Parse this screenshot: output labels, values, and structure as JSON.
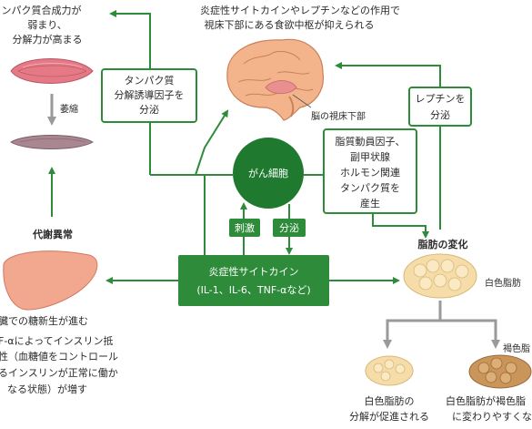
{
  "colors": {
    "green": "#2e8b3a",
    "dark_green": "#1f7a2f",
    "gray_arrow": "#9a9a9a",
    "muscle_red": "#e57a86",
    "muscle_dark": "#a98791",
    "liver": "#f2a78f",
    "brain": "#f3b48c",
    "fat_yellow": "#f5dca8",
    "fat_brown": "#c9955a"
  },
  "muscle": {
    "top_text_1": "タンパク質合成力が",
    "top_text_2": "弱まり、",
    "top_text_3": "分解力が高まる",
    "shrink_label": "萎縮"
  },
  "brain": {
    "top_text_1": "炎症性サイトカインやレプチンなどの作用で",
    "top_text_2": "視床下部にある食欲中枢が抑えられる",
    "label": "脳の視床下部"
  },
  "boxes": {
    "protein_line1": "タンパク質",
    "protein_line2": "分解誘導因子を",
    "protein_line3": "分泌",
    "leptin_line1": "レプチンを",
    "leptin_line2": "分泌",
    "lipid_line1": "脂質動員因子、",
    "lipid_line2": "副甲状腺",
    "lipid_line3": "ホルモン関連",
    "lipid_line4": "タンパク質を",
    "lipid_line5": "産生"
  },
  "center": {
    "cancer_cell": "がん細胞",
    "stimulus": "刺激",
    "secretion": "分泌",
    "cytokine_line1": "炎症性サイトカイン",
    "cytokine_line2": "(IL-1、IL-6、TNF-αなど)"
  },
  "liver": {
    "heading": "代謝異常",
    "text_1": "臓での糖新生が進む",
    "text_2": "F-αによってインスリン抵",
    "text_3": "性（血糖値をコントロール",
    "text_4": "るインスリンが正常に働か",
    "text_5": "なる状態）が増す"
  },
  "fat": {
    "heading": "脂肪の変化",
    "white_fat_label": "白色脂肪",
    "brown_fat_label": "褐色脂",
    "left_result_1": "白色脂肪の",
    "left_result_2": "分解が促進される",
    "right_result_1": "白色脂肪が褐色脂",
    "right_result_2": "に変わりやすくな"
  }
}
